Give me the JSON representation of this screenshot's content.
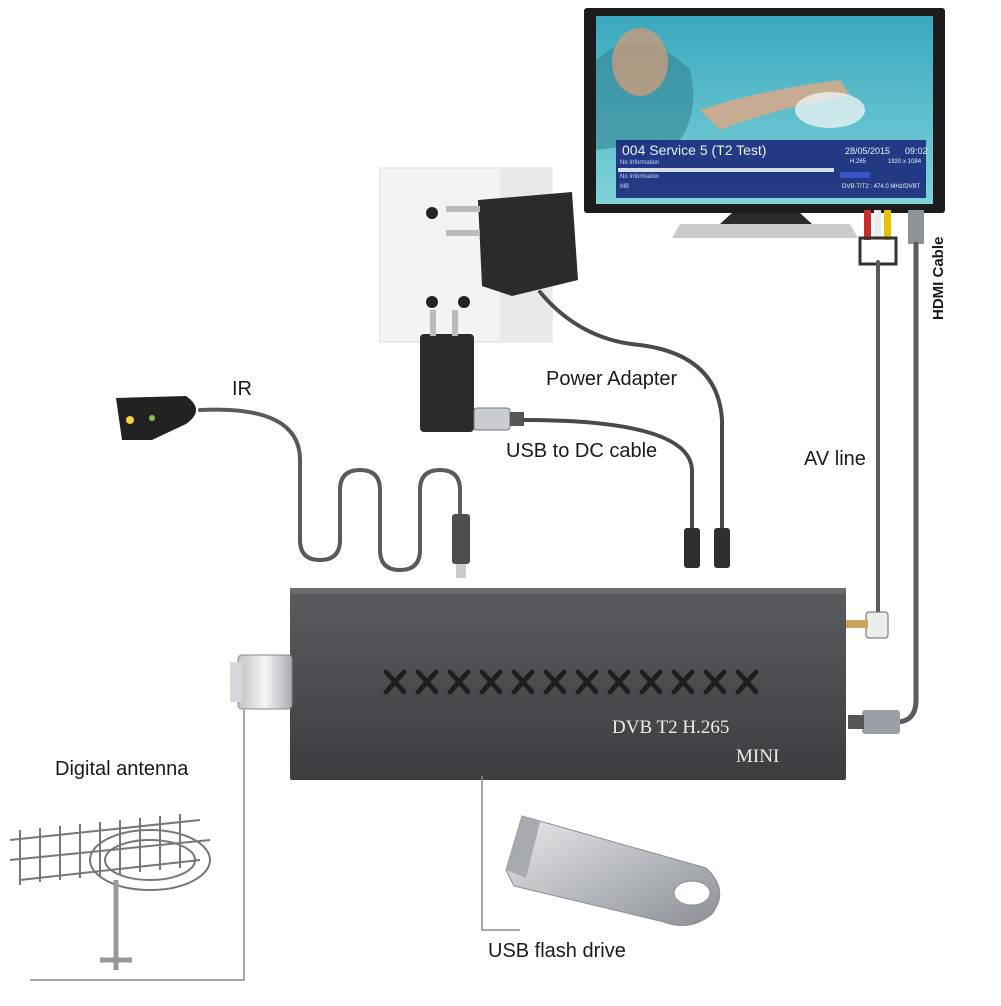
{
  "labels": {
    "ir": "IR",
    "power_adapter": "Power Adapter",
    "usb_to_dc": "USB to DC cable",
    "av_line": "AV line",
    "hdmi_cable": "HDMI Cable",
    "digital_antenna": "Digital antenna",
    "usb_flash_drive": "USB flash drive"
  },
  "tv_screen": {
    "channel_title": "004 Service 5 (T2 Test)",
    "date": "28/05/2015",
    "time": "09:02",
    "info_line_1": "No Information",
    "codec": "H.265",
    "resolution": "1920 x 1084",
    "info_line_2": "No Information",
    "mb_label": "MB",
    "frequency": "DVB-T/T2 : 474.0 MHz/DVBT"
  },
  "receiver": {
    "model_text": "DVB T2 H.265",
    "mini_text": "MINI"
  },
  "colors": {
    "receiver_body": "#4a4b4e",
    "cable": "#5a5a5a",
    "tv_frame": "#1c1c1e",
    "screen_water": "#4fb8c9",
    "osd_bar": "#1a2a7a",
    "callout_line": "#8a8a8a",
    "hdmi_plug": "#9aa0a6"
  }
}
